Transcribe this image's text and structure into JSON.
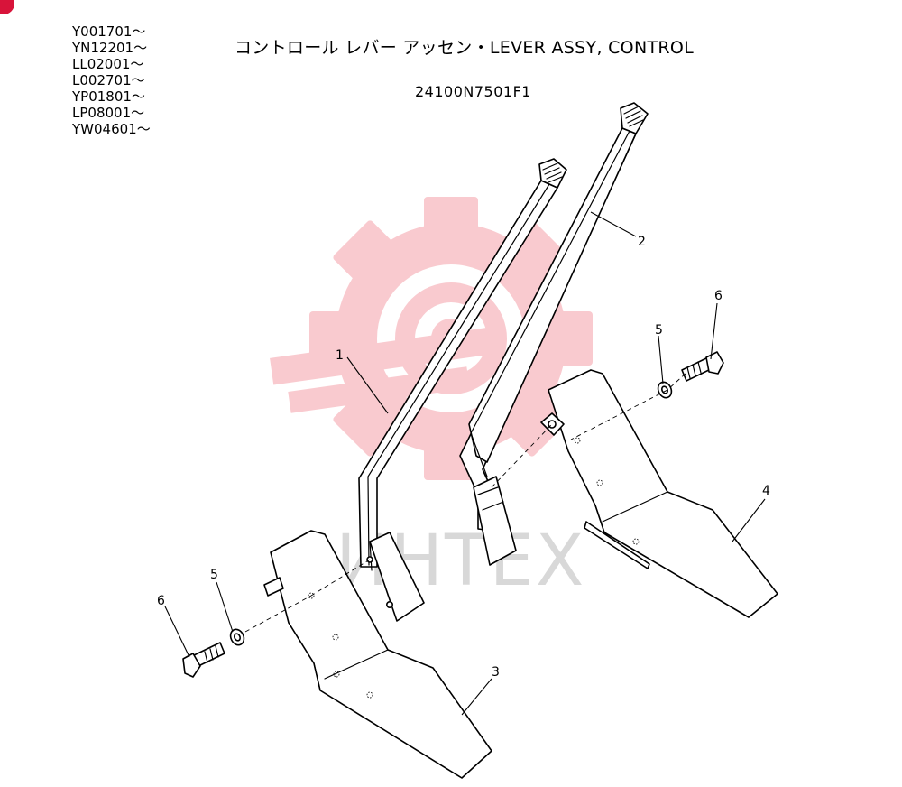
{
  "header": {
    "serial_ranges": [
      "Y001701～",
      "YN12201～",
      "LL02001～",
      "L002701～",
      "YP01801～",
      "LP08001～",
      "YW04601～"
    ],
    "title": "コントロール  レバー  アッセン・LEVER ASSY, CONTROL",
    "part_number": "24100N7501F1"
  },
  "diagram": {
    "callouts": {
      "lever_left": "1",
      "lever_right": "2",
      "pedal_left": "3",
      "pedal_right": "4",
      "washer_right": "5",
      "washer_left": "5",
      "bolt_right": "6",
      "bolt_left": "6"
    },
    "watermark": {
      "text": "ИНТЕХ",
      "logo": "gear-watermark-logo",
      "logo_color": "#f5a0a8",
      "text_color": "#cfcfcf"
    },
    "accent_color": "#d8143a"
  }
}
